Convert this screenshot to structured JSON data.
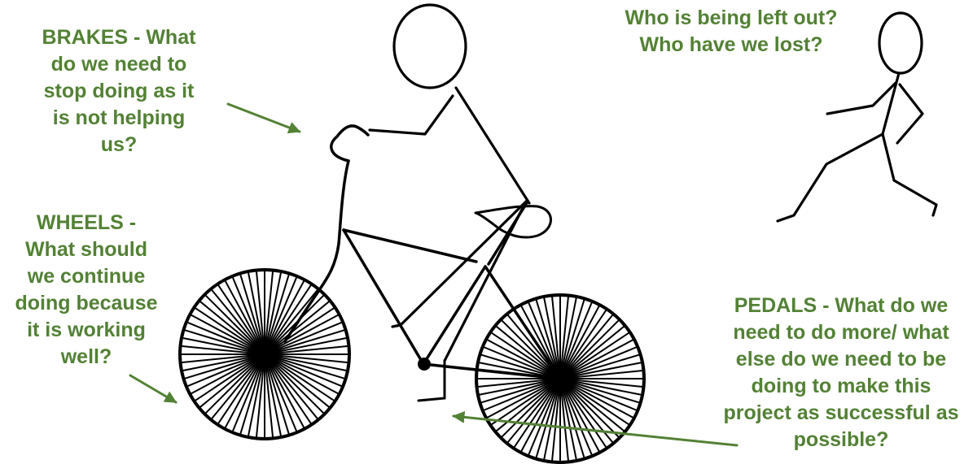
{
  "colors": {
    "annotation": "#538135",
    "ink": "#000000",
    "background": "#ffffff"
  },
  "annotations": {
    "brakes": {
      "lines": [
        "BRAKES - What",
        "do we need to",
        "stop doing as it",
        "is not helping",
        "us?"
      ]
    },
    "left_out": {
      "lines": [
        "Who is being left out?",
        "Who have we lost?"
      ]
    },
    "wheels": {
      "lines": [
        "WHEELS -",
        "What should",
        "we continue",
        "doing because",
        "it is working",
        "well?"
      ]
    },
    "pedals": {
      "lines": [
        "PEDALS - What do we",
        "need to do more/ what",
        "else do we need to be",
        "doing to make this",
        "project as successful as",
        "possible?"
      ]
    }
  }
}
